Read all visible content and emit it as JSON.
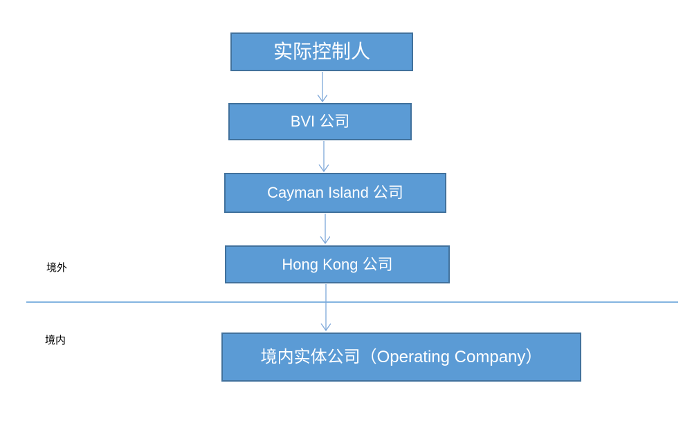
{
  "diagram": {
    "nodes": [
      {
        "id": "actual-controller",
        "label": "实际控制人"
      },
      {
        "id": "bvi-company",
        "label": "BVI 公司"
      },
      {
        "id": "cayman-company",
        "label": "Cayman Island 公司"
      },
      {
        "id": "hongkong-company",
        "label": "Hong Kong 公司"
      },
      {
        "id": "operating-company",
        "label": "境内实体公司（Operating Company）"
      }
    ],
    "region_labels": {
      "offshore": "境外",
      "onshore": "境内"
    },
    "colors": {
      "node_fill": "#5b9bd5",
      "node_border": "#41719c",
      "node_text": "#ffffff",
      "connector": "#7da7d9",
      "divider": "#5b9bd5",
      "label_text": "#000000",
      "background": "#ffffff"
    }
  }
}
